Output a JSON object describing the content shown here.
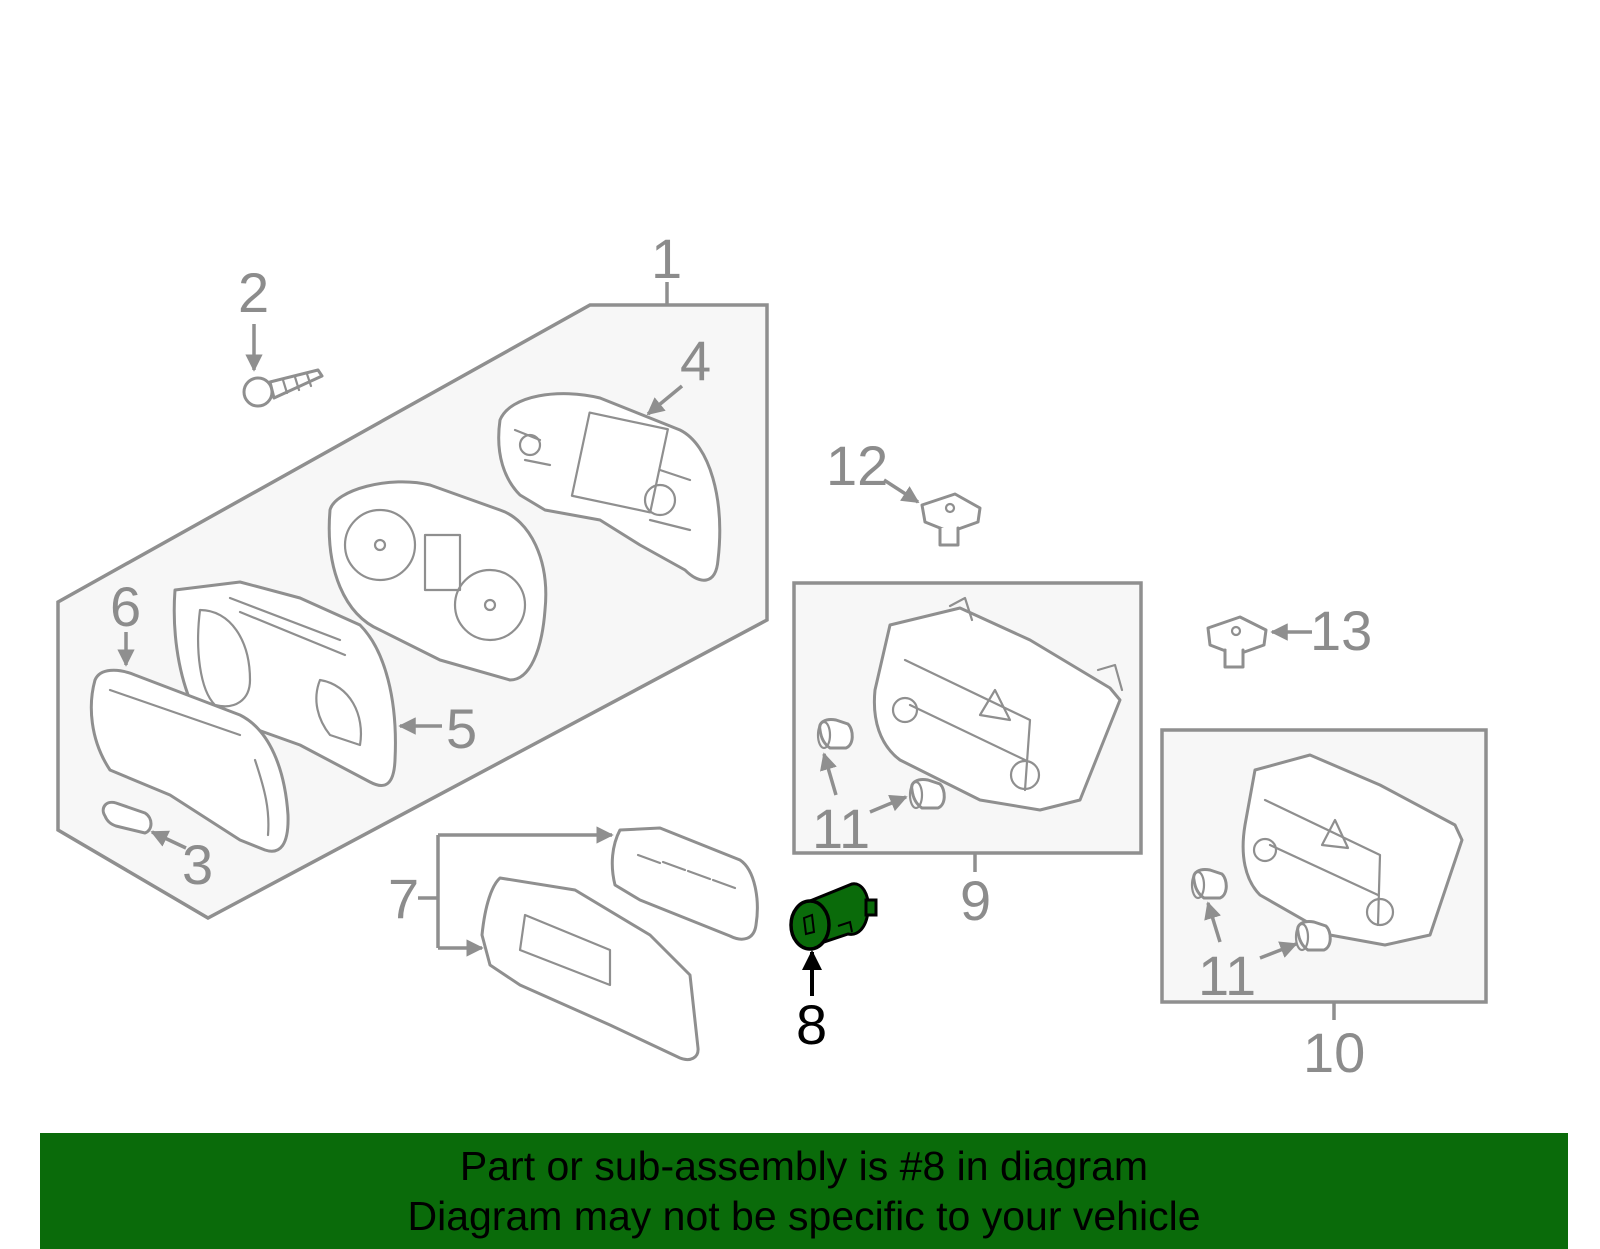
{
  "diagram": {
    "callouts": {
      "c1": "1",
      "c2": "2",
      "c3": "3",
      "c4": "4",
      "c5": "5",
      "c6": "6",
      "c7": "7",
      "c8": "8",
      "c9": "9",
      "c10": "10",
      "c11a": "11",
      "c11b": "11",
      "c12": "12",
      "c13": "13"
    },
    "highlighted_part": "8",
    "highlight_color": "#0a6b0a",
    "line_color": "#8f8f8f"
  },
  "banner": {
    "line1": "Part or sub-assembly is #8 in diagram",
    "line2": "Diagram may not be specific to your vehicle",
    "background": "#0a6b0a"
  }
}
